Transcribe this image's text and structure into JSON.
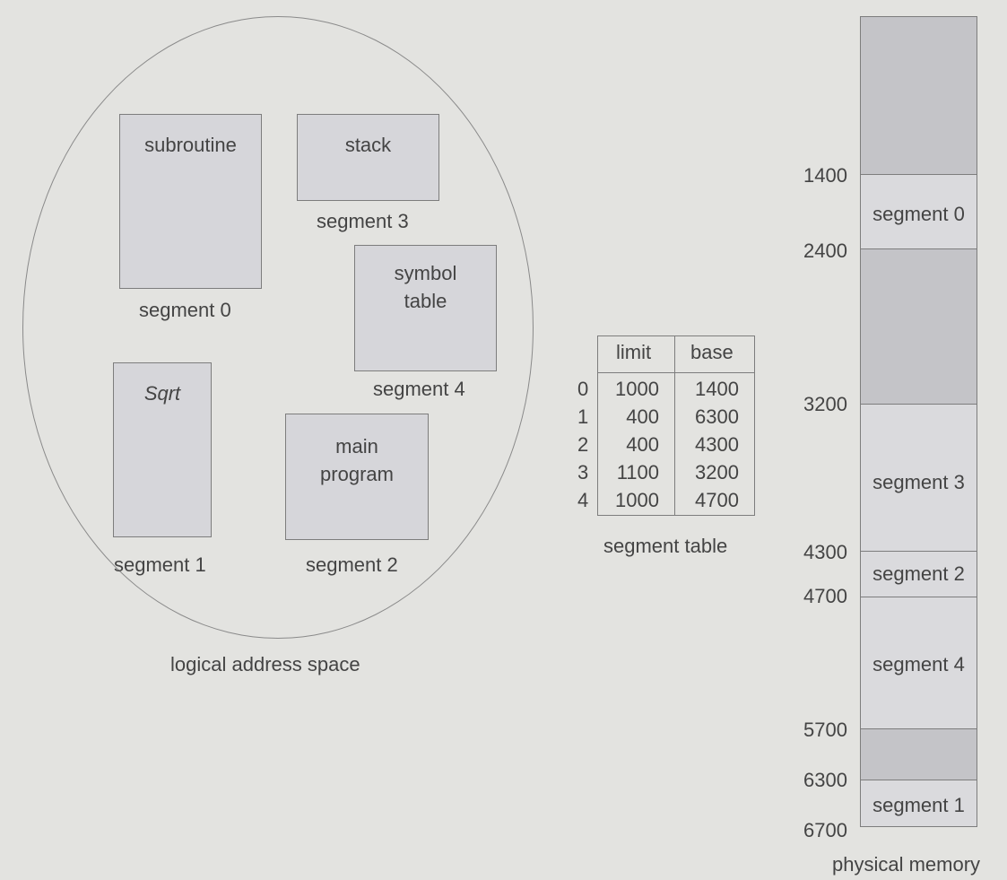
{
  "logical": {
    "caption": "logical address space",
    "segments": [
      {
        "name": "subroutine",
        "label": "segment 0"
      },
      {
        "name": "Sqrt",
        "label": "segment 1"
      },
      {
        "name_line1": "main",
        "name_line2": "program",
        "label": "segment 2"
      },
      {
        "name": "stack",
        "label": "segment 3"
      },
      {
        "name_line1": "symbol",
        "name_line2": "table",
        "label": "segment 4"
      }
    ]
  },
  "segment_table": {
    "caption": "segment table",
    "headers": {
      "limit": "limit",
      "base": "base"
    },
    "rows": [
      {
        "index": "0",
        "limit": "1000",
        "base": "1400"
      },
      {
        "index": "1",
        "limit": "400",
        "base": "6300"
      },
      {
        "index": "2",
        "limit": "400",
        "base": "4300"
      },
      {
        "index": "3",
        "limit": "1100",
        "base": "3200"
      },
      {
        "index": "4",
        "limit": "1000",
        "base": "4700"
      }
    ]
  },
  "physical": {
    "caption": "physical memory",
    "addresses": [
      "1400",
      "2400",
      "3200",
      "4300",
      "4700",
      "5700",
      "6300",
      "6700"
    ],
    "blocks": {
      "seg0": "segment 0",
      "seg3": "segment 3",
      "seg2": "segment 2",
      "seg4": "segment 4",
      "seg1": "segment 1"
    }
  },
  "colors": {
    "background": "#e3e3e0",
    "box_fill": "#d6d6da",
    "free_memory": "#c4c4c8",
    "border": "#7d7d7d"
  }
}
